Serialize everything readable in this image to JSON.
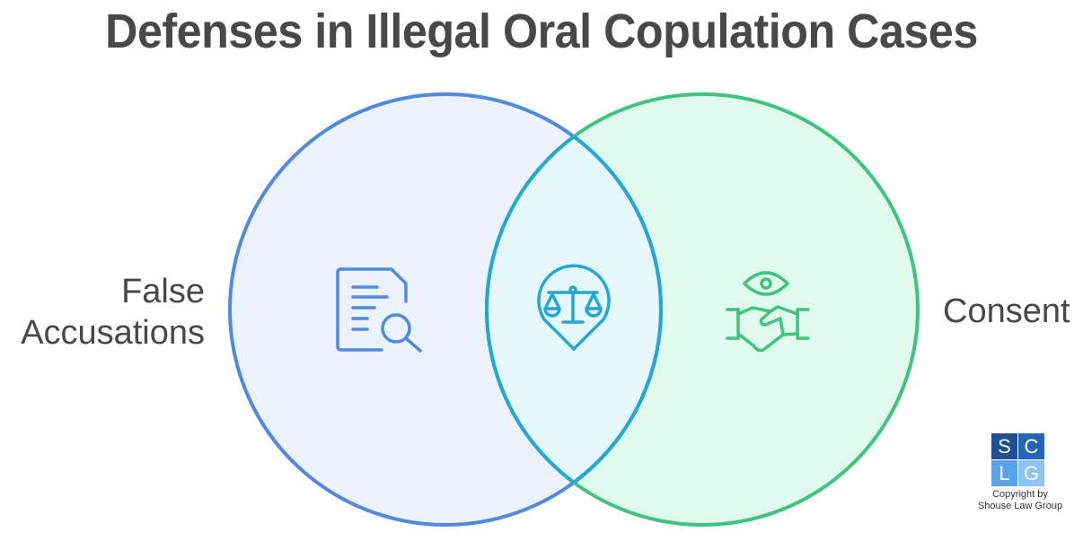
{
  "title": "Defenses in Illegal Oral Copulation Cases",
  "venn": {
    "left": {
      "label_line1": "False",
      "label_line2": "Accusations",
      "icon": "document-search-icon",
      "stroke": "#4f89e0",
      "fill": "#edf3fe"
    },
    "right": {
      "label": "Consent",
      "icon": "eye-handshake-icon",
      "stroke": "#3ec47f",
      "fill": "#e0fbee"
    },
    "intersection": {
      "icon": "scales-location-pin-icon",
      "stroke": "#23a8d6",
      "fill": "#e6f7fe"
    }
  },
  "logo": {
    "letters": [
      "S",
      "C",
      "L",
      "G"
    ],
    "colors": [
      "#1d4f91",
      "#2566b8",
      "#5ba3e6",
      "#8cc4f2"
    ],
    "copyright_line1": "Copyright by",
    "copyright_line2": "Shouse Law Group"
  }
}
